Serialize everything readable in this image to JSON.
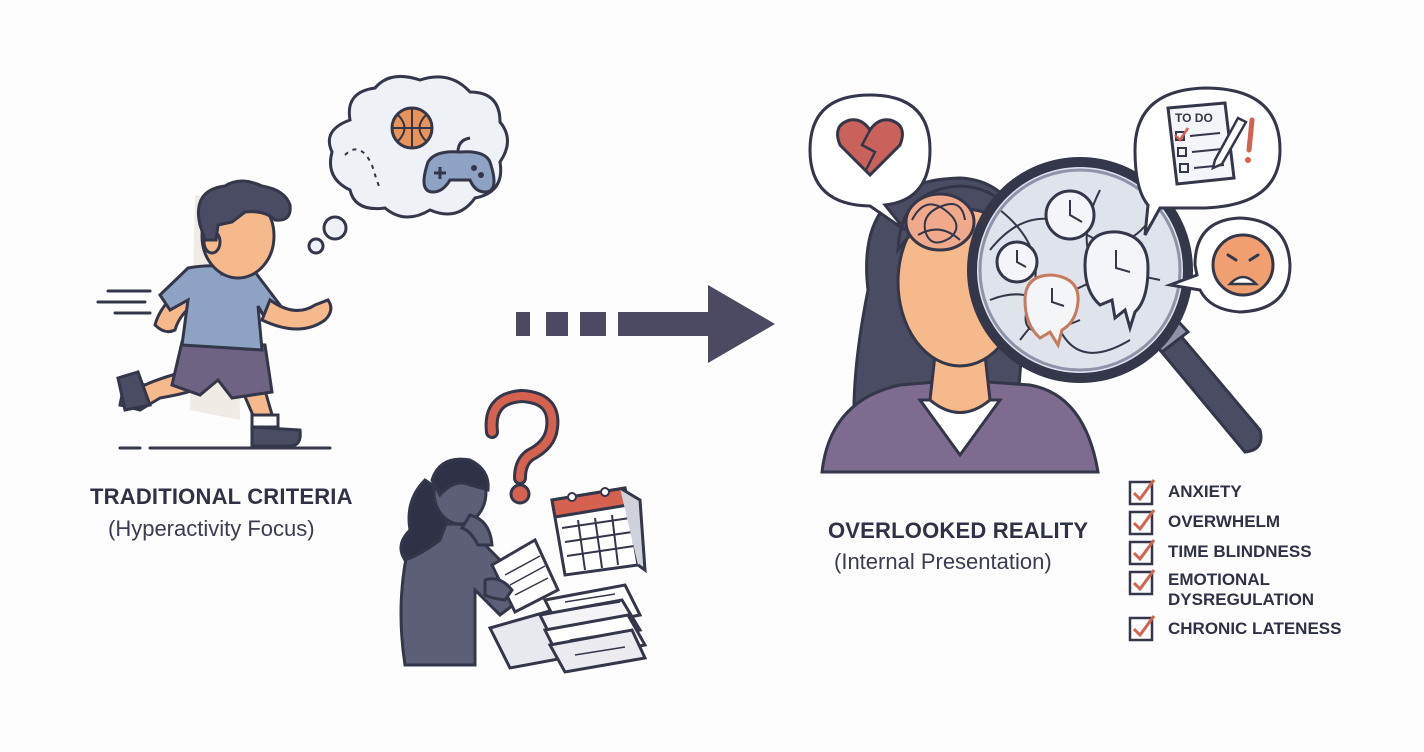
{
  "left_panel": {
    "title": "TRADITIONAL CRITERIA",
    "subtitle": "(Hyperactivity Focus)",
    "thought_icons": [
      "basketball-icon",
      "gamepad-icon"
    ]
  },
  "right_panel": {
    "title": "OVERLOOKED REALITY",
    "subtitle": "(Internal Presentation)",
    "todo_label": "TO DO",
    "bubble_icons": [
      "broken-heart-icon",
      "todo-list-icon",
      "sad-face-icon"
    ],
    "checklist": [
      "ANXIETY",
      "OVERWHELM",
      "TIME BLINDNESS",
      "EMOTIONAL DYSREGULATION",
      "CHRONIC LATENESS"
    ]
  },
  "colors": {
    "outline": "#34364a",
    "accent_red": "#d4624f",
    "skin": "#f5b98b",
    "shirt_blue": "#8ea2c4",
    "shorts_purple": "#6f6384",
    "hair_dark": "#4a4c63",
    "woman_dress": "#7e6c90",
    "bubble_fill": "#eef1f6"
  }
}
